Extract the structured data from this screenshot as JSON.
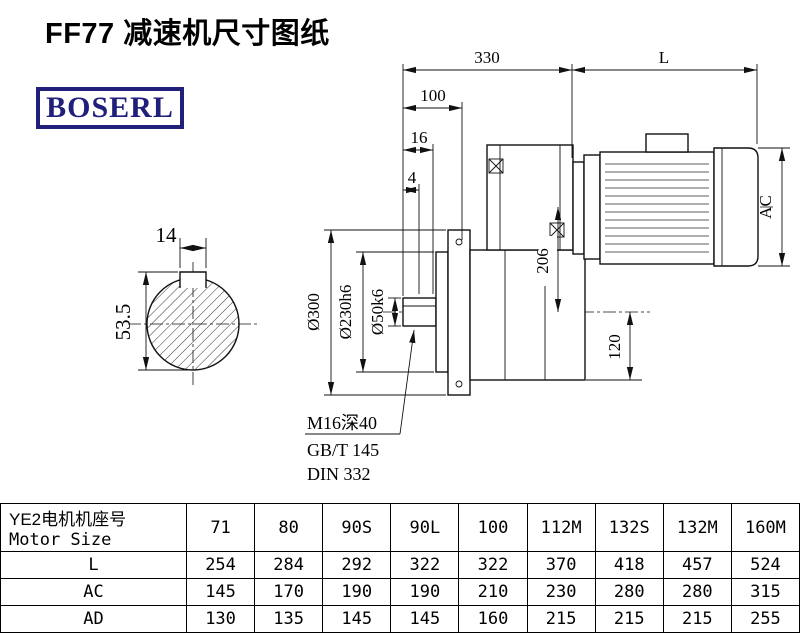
{
  "title": "FF77 减速机尺寸图纸",
  "logo": "BOSERL",
  "drawing": {
    "dims": {
      "top_width": "330",
      "motor_length": "L",
      "d100": "100",
      "d16": "16",
      "d4": "4",
      "ac": "AC",
      "d206": "206",
      "d120": "120",
      "flange_dia": "Ø300",
      "spigot_dia": "Ø230h6",
      "shaft_dia": "Ø50k6",
      "key_width": "14",
      "bore_key_height": "53.5"
    },
    "notes": [
      "M16深40",
      "GB/T 145",
      "DIN 332"
    ]
  },
  "table": {
    "header": {
      "line1": "YE2电机机座号",
      "line2": "Motor Size"
    },
    "sizes": [
      "71",
      "80",
      "90S",
      "90L",
      "100",
      "112M",
      "132S",
      "132M",
      "160M"
    ],
    "rows": [
      {
        "label": "L",
        "values": [
          "254",
          "284",
          "292",
          "322",
          "322",
          "370",
          "418",
          "457",
          "524"
        ]
      },
      {
        "label": "AC",
        "values": [
          "145",
          "170",
          "190",
          "190",
          "210",
          "230",
          "280",
          "280",
          "315"
        ]
      },
      {
        "label": "AD",
        "values": [
          "130",
          "135",
          "145",
          "145",
          "160",
          "215",
          "215",
          "215",
          "255"
        ]
      }
    ]
  }
}
